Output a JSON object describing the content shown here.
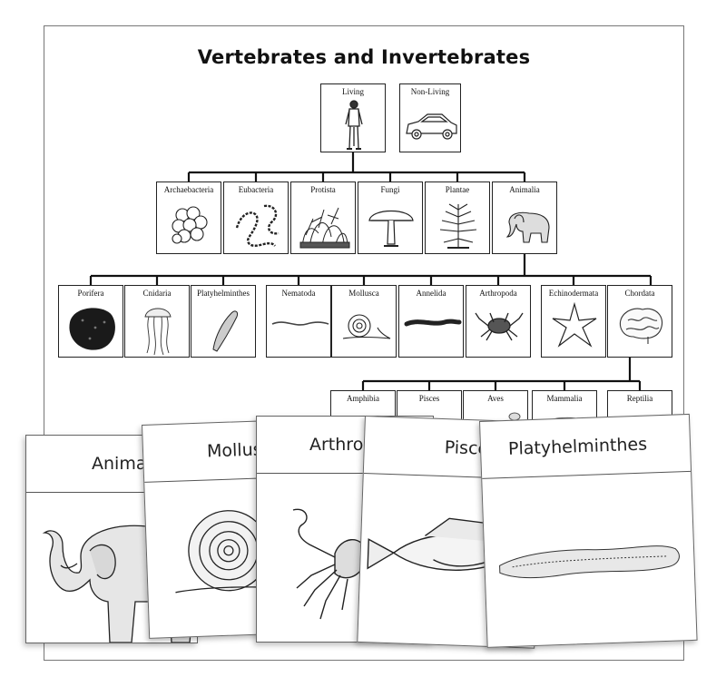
{
  "title": "Vertebrates and Invertebrates",
  "tiers": {
    "top": [
      {
        "label": "Living",
        "icon": "person-icon"
      },
      {
        "label": "Non-Living",
        "icon": "car-icon"
      }
    ],
    "kingdoms": [
      {
        "label": "Archaebacteria",
        "icon": "cell-cluster-icon"
      },
      {
        "label": "Eubacteria",
        "icon": "bacteria-chain-icon"
      },
      {
        "label": "Protista",
        "icon": "protist-icon"
      },
      {
        "label": "Fungi",
        "icon": "mushroom-icon"
      },
      {
        "label": "Plantae",
        "icon": "fern-icon"
      },
      {
        "label": "Animalia",
        "icon": "elephant-icon"
      }
    ],
    "phyla": [
      {
        "label": "Porifera",
        "icon": "sponge-icon"
      },
      {
        "label": "Cnidaria",
        "icon": "jellyfish-icon"
      },
      {
        "label": "Platyhelminthes",
        "icon": "flatworm-icon"
      },
      {
        "label": "Nematoda",
        "icon": "roundworm-icon"
      },
      {
        "label": "Mollusca",
        "icon": "snail-icon"
      },
      {
        "label": "Annelida",
        "icon": "earthworm-icon"
      },
      {
        "label": "Arthropoda",
        "icon": "crab-icon"
      },
      {
        "label": "Echinodermata",
        "icon": "starfish-icon"
      },
      {
        "label": "Chordata",
        "icon": "brain-icon"
      }
    ],
    "classes": [
      {
        "label": "Amphibia",
        "icon": "frog-icon"
      },
      {
        "label": "Pisces",
        "icon": "fish-icon"
      },
      {
        "label": "Aves",
        "icon": "bird-icon"
      },
      {
        "label": "Mammalia",
        "icon": "tiger-icon"
      },
      {
        "label": "Reptilia",
        "icon": "tortoise-icon"
      }
    ]
  },
  "cards": [
    {
      "label": "Animalia",
      "icon": "elephant-icon"
    },
    {
      "label": "Mollusca",
      "icon": "snail-icon"
    },
    {
      "label": "Arthropoda",
      "icon": "crab-icon"
    },
    {
      "label": "Pisces",
      "icon": "fish-icon"
    },
    {
      "label": "Platyhelminthes",
      "icon": "flatworm-icon"
    }
  ]
}
